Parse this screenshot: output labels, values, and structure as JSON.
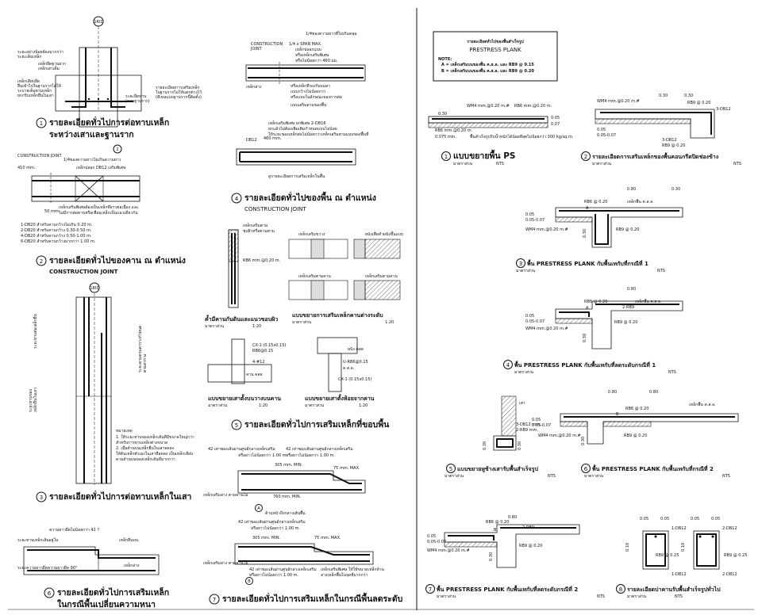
{
  "grid_labels": {
    "g1": "GRID",
    "g3": "GRID",
    "g2": "2"
  },
  "details": {
    "d1": {
      "num": "1",
      "title": "รายละเอียดทั่วไปการต่อทาบเหล็ก",
      "subtitle": "ระหว่างเสาและฐานราก",
      "notes": [
        "ระยะอย่างน้อยต้องมากกว่า",
        "ระยะเต็มเหล็ก",
        "เหล็กยึดฐานยาก",
        "เหล็กเสาเต็ม",
        "เหล็กเสียบยึด",
        "ยื่นเข้าไปในฐานรากไม่ให้",
        "ระบายเต็มตามเหล็ก",
        "ยกกริบเหล็กยืนในเสา",
        "ระยะยึดทาบ",
        "(ตามฐานราก)",
        "รายละเอียดการเสริมเหล็ก",
        "ในฐานรากไม่ให้แตกต่างไว้",
        "(ดีเทลแบบฐานรากนี้ติดตั้ง)"
      ]
    },
    "d2": {
      "num": "2",
      "title": "รายละเอียดทั่วไปของคาน ณ ตำแหน่ง",
      "subtitle": "CONSTRUCTION JOINT",
      "notes": [
        "CONSTRUCTION JOINT",
        "1/4ของความยาวไม่เกินความยาว",
        "ระยะ",
        "ระยะห่าง",
        "410 mm.",
        "เหล็กปลอก DB12 เสริมพิเศษ",
        "เหล็กเสริมเพิ่มพิเศษ",
        "50 mm.",
        "เหล็กเสริมพิเศษต้องเป็นเหล็กที่ยาวต่อเนื่อง และ",
        "ไม่มีการต่อทาบหรือเชื่อมเหล็กเป็นแนวเดียวกัน",
        "1-DB20  สำหรับคานกว้างไม่เกิน 0.20 m.",
        "2-DB20  สำหรับคานกว้าง 0.30-0.50 m.",
        "4-DB20  สำหรับคานกว้าง 0.50-1.00 m.",
        "6-DB20  สำหรับคานกว้างมากกว่า 1.00 m."
      ]
    },
    "d3": {
      "num": "3",
      "title": "รายละเอียดทั่วไปการต่อทาบเหล็กในเสา",
      "notes": [
        "ระยะทาบต่อเหล็กยืน",
        "ระยะตามตามตารางกำหนด",
        "ตามตาราง",
        "ระยะทาบของ",
        "เหล็กยืนในเสา",
        "เหล็กปลอก",
        "หมายเหตุ",
        "1. ให้ระยะทาบของเหล็กเส้นที่มีขนาดใหญ่กว่า",
        "   สำหรับการทาบเหล็กต่างขนาด",
        "2. เมื่อด้านบนเหล็กยืนในเสาลดลง",
        "   ให้ต้นเหล็กตัวเองในเสาที่ลดลง เป็นเหล็กเสียบ",
        "   ตามด้านบนของเหล็กเส้นที่มากกว่า"
      ]
    },
    "d4": {
      "num": "4",
      "title": "รายละเอียดทั่วไปของพื้น ณ ตำแหน่ง",
      "subtitle": "CONSTRUCTION JOINT",
      "notes": [
        "1/4ของความยาวที่ไม่เกินคลุม",
        "CONSTRUCTION",
        "JOINT",
        "1/4 x SPAN MAX.",
        "เหล็กปลอกแบบ",
        "หรือเหล็กเสริมพิเศษ",
        "หรือไม่น้อยกว่า 460 มม.",
        "เหล็กล่าง",
        "หรือเหล็กที่รองรับบนคา",
        "แบบกว้างไม่น้อยกว่า",
        "หรือแบบในลักษณะของการต่อ",
        "แบบเสริมตามของพื้น",
        "เหล็กเสริมพิเศษ ยกพิเศษ 2-DB16",
        "ยกแล้วไม่ต้องเพิ่มเติมกำหนดแบบไม่น้อย",
        "ให้ระยะของเหล็กต่อไม่น้อยกว่าเหล็กเสริมตามแบบของพื้นที่",
        "DB12",
        "460 mm.",
        "ดูรายละเอียดการเสริมเหล็กในพื้น"
      ]
    },
    "d5": {
      "num": "5",
      "title": "รายละเอียดทั่วไปการเสริมเหล็กที่ขอบพื้น",
      "notes": [
        "เหล็กเสริมตาม",
        "ชุบผิวหรือตามตาม",
        "RB6 mm.@0.20 m.",
        "เหล็กเสริมขวาง",
        "เหล็กเสริมตามคาน",
        "ผนังเพื่อทำผนังขึ้นแบบ",
        "เหล็กเสริมตามคาน",
        "หมายตามแบบ",
        "ค.ส.ล.",
        "คาน คสล",
        "ผนัง คสล",
        "CX-1 (0.15x0.15)",
        "RB6@0.15",
        "4-#12",
        "U-RB6@0.15",
        "CX-1 (0.15x0.15)"
      ],
      "captions": [
        "ค้ำมีคานกันดินและแนวขอบผิว",
        "แบบขยายการเสริมเหล็กคานต่างระดับ",
        "แบบขยายเสาตั้งบนวางบนคาน",
        "แบบขยายเสาตั้งห้อยจากคาน"
      ],
      "scales": [
        "มาตราส่วน",
        "1:20",
        "มาตราส่วน",
        "1:20",
        "มาตราส่วน",
        "1:20",
        "มาตราส่วน",
        "1:20"
      ]
    },
    "d6": {
      "num": "6",
      "title": "รายละเอียดทั่วไปการเสริมเหล็ก",
      "subtitle": "ในกรณีพื้นเปลี่ยนความหนา",
      "notes": [
        "ความยาวยึดไม่น้อยกว่า 42 ?",
        "ระยะทาบเหล็กเส้นอยู่ใน",
        "เหล็กยืนบน",
        "ระยะความยาวยึด",
        "ความยาวยึด 90°",
        "เหล็กล่าง"
      ]
    },
    "d7": {
      "num": "7",
      "title": "รายละเอียดทั่วไปการเสริมเหล็กในกรณีพื้นลดระดับ",
      "notes": [
        "42 เท่าของเส้นผ่านศูนย์กลางเหล็กเสริม",
        "หรือยาวไม่น้อยกว่า 1.00 m.",
        "42 เท่าของเส้นผ่านศูนย์กลางเหล็กเสริม",
        "หรือยาวไม่น้อยกว่า 1.00 m.",
        "305 mm. MIN.",
        "75 mm. MAX.",
        "760 mm. MIN.",
        "เหล็กเสริมล่าง ตามคานไม่",
        "ด้านหน้าถึงกลางเส้นพื้น",
        "42 เท่าของเส้นผ่านศูนย์กลางเหล็กเสริม",
        "หรือยาวไม่น้อยกว่า 1.00 m.",
        "305 mm. MIN.",
        "75 mm. MAX.",
        "เหล็กเสริมล่าง ตามคานไม่",
        "42 เท่าของเส้นผ่านศูนย์กลางเหล็กเสริม",
        "หรือยาวไม่น้อยกว่า 1.00 m.",
        "เหล็กเสริมพิเศษ ให้ใช้ขนาดเหล็กด้าน",
        "ล่างเหล็กพื้นในจุดที่มากกว่า"
      ],
      "markers": [
        "A",
        "B"
      ]
    }
  },
  "right": {
    "table": {
      "title": "รายละเอียดทั่วไปของพื้นสำเร็จรูป",
      "subtitle": "PRESTRESS PLANK",
      "note_head": "NOTE:",
      "notes": [
        "A = เหล็กเสริมบนของพื้น ค.ส.ล. และ RB9 @ 0.15",
        "B = เหล็กเสริมบนของพื้น ค.ส.ล. และ RB9 @ 0.20"
      ]
    },
    "r1": {
      "num": "1",
      "title": "แบบขยายพื้น PS",
      "scale": "มาตราส่วน",
      "nts": "NTS",
      "notes": [
        "WM4 mm.@0.20 m.#",
        "RB6 mm.@0.20 m.",
        "0.30",
        "0.05",
        "0.07",
        "RB6 mm.@0.20 m.",
        "0.075 min.",
        "พื้นสำเร็จรูปรับน้ำหนักได้น้อยที่สุดไม่น้อยกว่า 300 kg/sq.m."
      ]
    },
    "r2": {
      "num": "2",
      "title": "รายละเอียดการเสริมเหล็กของพื้นคอนกรีตปิดช่องข้าง",
      "scale": "มาตราส่วน",
      "nts": "NTS",
      "notes": [
        "WM4 mm.@0.20 m.#",
        "0.30",
        "0.30",
        "RB9 @ 0.20",
        "3-DB12",
        "0.05",
        "0.05-0.07",
        "3-DB12",
        "RB9 @ 0.20"
      ]
    },
    "r3": {
      "num": "3",
      "title": "พื้น PRESTRESS PLANK กับพื้นเทกับที่กรณีที่ 1",
      "scale": "มาตราส่วน",
      "nts": "NTS",
      "notes": [
        "0.80",
        "RB6 @ 0.20",
        "เหล็กพื้น ค.ส.ล.",
        "A",
        "0.05",
        "0.05-0.07",
        "WM4 mm.@0.20 m.#",
        "0.30",
        "RB9 @ 0.20",
        "0.30"
      ]
    },
    "r4": {
      "num": "4",
      "title": "พื้น PRESTRESS PLANK กับพื้นเทกับที่ลดระดับกรณีที่ 1",
      "scale": "มาตราส่วน",
      "nts": "NTS",
      "notes": [
        "0.80",
        "RB6 @ 0.20",
        "2-RB9",
        "เหล็กพื้น ค.ส.ล.",
        "A",
        "0.05",
        "0.05-0.07",
        "WM4 mm.@0.20 m.#",
        "RB9 @ 0.20",
        "0.30"
      ]
    },
    "r5": {
      "num": "5",
      "title": "แบบขยายหูช้างเสารับพื้นสำเร็จรูป",
      "scale": "มาตราส่วน",
      "nts": "NTS",
      "notes": [
        "เสา",
        "3-DB12 mm.",
        "2-RB9 mm.",
        "0.30",
        "0.30"
      ]
    },
    "r6": {
      "num": "6",
      "title": "พื้น PRESTRESS PLANK กับพื้นเทกับที่กรณีที่ 2",
      "scale": "มาตราส่วน",
      "nts": "NTS",
      "notes": [
        "0.80",
        "0.80",
        "RB6 @ 0.20",
        "เหล็กพื้น ค.ส.ล.",
        "B",
        "0.05",
        "0.05-0.07",
        "WM4 mm.@0.20 m.#",
        "RB9 @ 0.20",
        "0.30"
      ]
    },
    "r7": {
      "num": "7",
      "title": "พื้น PRESTRESS PLANK กับพื้นเทกับที่ลดระดับกรณีที่ 2",
      "scale": "มาตราส่วน",
      "nts": "NTS",
      "notes": [
        "0.80",
        "RB6 @ 0.20",
        "2-RB9",
        "B",
        "0.05",
        "0.05-0.07",
        "WM4 mm.@0.20 m.#",
        "RB9 @ 0.20",
        "0.30"
      ]
    },
    "r8": {
      "num": "8",
      "title": "รายละเอียดบ่าคานรับพื้นสำเร็จรูปทั่วไป",
      "scale": "มาตราส่วน",
      "nts": "NTS",
      "notes": [
        "0.05",
        "0.05",
        "0.05",
        "0.05",
        "1-DB12",
        "2-DB12",
        "0.10",
        "0.10",
        "RB9 @ 0.25",
        "RB9 @ 0.25",
        "1-DB12",
        "2-DB12"
      ]
    }
  }
}
